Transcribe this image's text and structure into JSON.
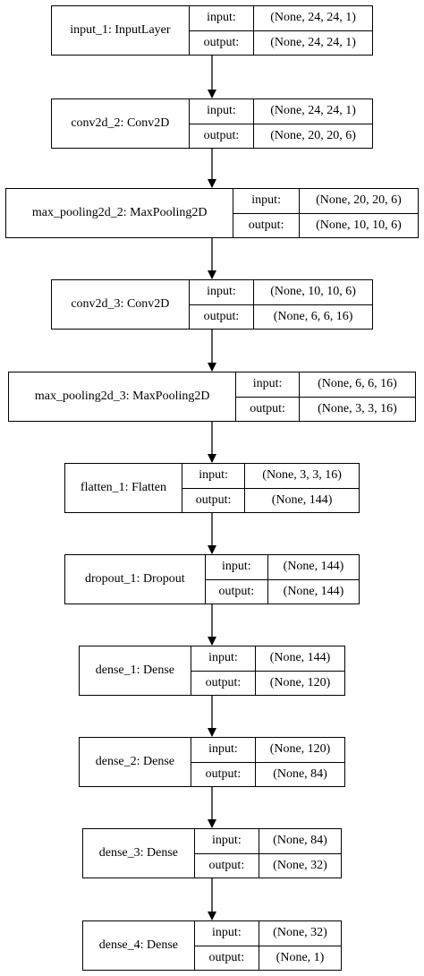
{
  "labels": {
    "input": "input:",
    "output": "output:"
  },
  "layers": [
    {
      "name": "input_1: InputLayer",
      "input": "(None, 24, 24, 1)",
      "output": "(None, 24, 24, 1)"
    },
    {
      "name": "conv2d_2: Conv2D",
      "input": "(None, 24, 24, 1)",
      "output": "(None, 20, 20, 6)"
    },
    {
      "name": "max_pooling2d_2: MaxPooling2D",
      "input": "(None, 20, 20, 6)",
      "output": "(None, 10, 10, 6)"
    },
    {
      "name": "conv2d_3: Conv2D",
      "input": "(None, 10, 10, 6)",
      "output": "(None, 6, 6, 16)"
    },
    {
      "name": "max_pooling2d_3: MaxPooling2D",
      "input": "(None, 6, 6, 16)",
      "output": "(None, 3, 3, 16)"
    },
    {
      "name": "flatten_1: Flatten",
      "input": "(None, 3, 3, 16)",
      "output": "(None, 144)"
    },
    {
      "name": "dropout_1: Dropout",
      "input": "(None, 144)",
      "output": "(None, 144)"
    },
    {
      "name": "dense_1: Dense",
      "input": "(None, 144)",
      "output": "(None, 120)"
    },
    {
      "name": "dense_2: Dense",
      "input": "(None, 120)",
      "output": "(None, 84)"
    },
    {
      "name": "dense_3: Dense",
      "input": "(None, 84)",
      "output": "(None, 32)"
    },
    {
      "name": "dense_4: Dense",
      "input": "(None, 32)",
      "output": "(None, 1)"
    }
  ]
}
